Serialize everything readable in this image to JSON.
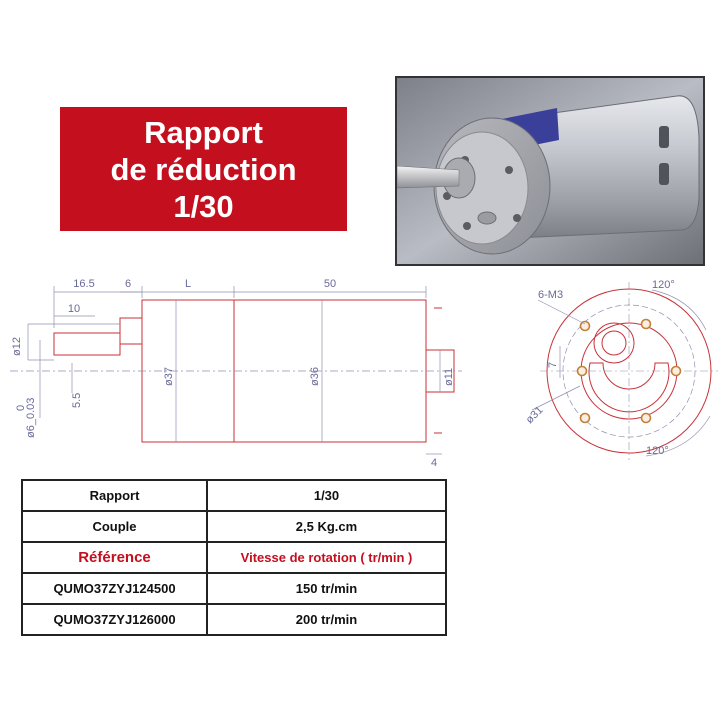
{
  "banner": {
    "line1": "Rapport",
    "line2": "de réduction",
    "line3": "1/30"
  },
  "drawing": {
    "dim_16_5": "16.5",
    "dim_6": "6",
    "dim_L": "L",
    "dim_50": "50",
    "dim_10": "10",
    "dim_phi12": "ø12",
    "dim_phi6": "ø6_0.03",
    "dim_phi6_sup": "0",
    "dim_5_5": "5.5",
    "dim_phi37": "ø37",
    "dim_phi36": "ø36",
    "dim_phi11": "ø11",
    "dim_4": "4",
    "dim_6M3": "6-M3",
    "dim_120_top": "120°",
    "dim_120_bottom": "120°",
    "dim_7": "7",
    "dim_phi31": "ø31"
  },
  "table": {
    "rows": [
      {
        "c1": "Rapport",
        "c2": "1/30"
      },
      {
        "c1": "Couple",
        "c2": "2,5 Kg.cm"
      }
    ],
    "header": {
      "c1": "Référence",
      "c2": "Vitesse de rotation ( tr/min )"
    },
    "models": [
      {
        "c1": "QUMO37ZYJ124500",
        "c2": "150 tr/min"
      },
      {
        "c1": "QUMO37ZYJ126000",
        "c2": "200 tr/min"
      }
    ]
  },
  "colors": {
    "accent_red": "#c40f1e",
    "drawing_red": "#c8323a",
    "dimension": "#6a6a9a"
  }
}
